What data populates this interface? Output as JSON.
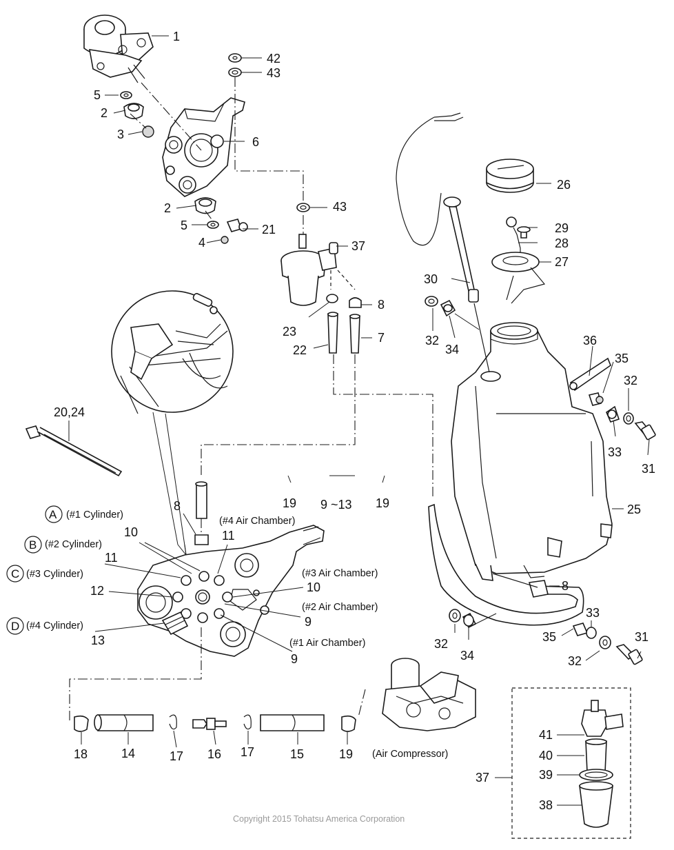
{
  "labels": {
    "p1": "1",
    "p2a": "2",
    "p2b": "2",
    "p3": "3",
    "p4": "4",
    "p5a": "5",
    "p5b": "5",
    "p6": "6",
    "p7": "7",
    "p8a": "8",
    "p8b": "8",
    "p8c": "8",
    "p9a": "9",
    "p9b": "9",
    "p9r": "9 ~13",
    "p10a": "10",
    "p10b": "10",
    "p11a": "11",
    "p11b": "11",
    "p12": "12",
    "p13": "13",
    "p14": "14",
    "p15": "15",
    "p16": "16",
    "p17a": "17",
    "p17b": "17",
    "p18": "18",
    "p19a": "19",
    "p19b": "19",
    "p19c": "19",
    "p2024": "20,24",
    "p21": "21",
    "p22": "22",
    "p23": "23",
    "p25": "25",
    "p26": "26",
    "p27": "27",
    "p28": "28",
    "p29": "29",
    "p30": "30",
    "p31a": "31",
    "p31b": "31",
    "p32a": "32",
    "p32b": "32",
    "p32c": "32",
    "p32d": "32",
    "p33a": "33",
    "p33b": "33",
    "p34a": "34",
    "p34b": "34",
    "p35a": "35",
    "p35b": "35",
    "p36": "36",
    "p37a": "37",
    "p37b": "37",
    "p38": "38",
    "p39": "39",
    "p40": "40",
    "p41": "41",
    "p42": "42",
    "p43a": "43",
    "p43b": "43"
  },
  "cylinders": [
    {
      "letter": "A",
      "text": "(#1 Cylinder)"
    },
    {
      "letter": "B",
      "text": "(#2 Cylinder)"
    },
    {
      "letter": "C",
      "text": "(#3 Cylinder)"
    },
    {
      "letter": "D",
      "text": "(#4 Cylinder)"
    }
  ],
  "air_chambers": {
    "c4": "(#4 Air Chamber)",
    "c3": "(#3 Air Chamber)",
    "c2": "(#2 Air Chamber)",
    "c1": "(#1 Air Chamber)"
  },
  "air_compressor": "(Air Compressor)",
  "copyright": "Copyright 2015 Tohatsu America Corporation"
}
